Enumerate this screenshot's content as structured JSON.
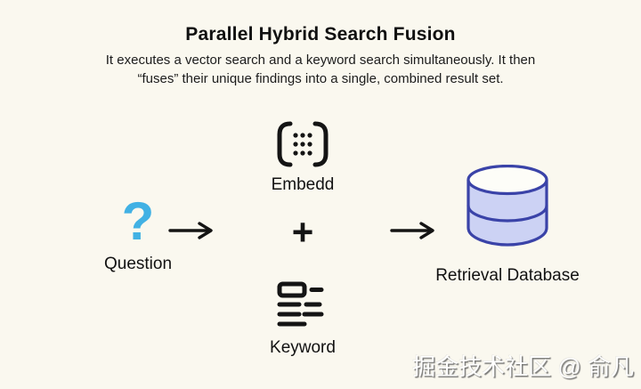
{
  "header": {
    "title": "Parallel Hybrid Search Fusion",
    "subtitle_line1": "It executes a vector search and a keyword search simultaneously. It then",
    "subtitle_line2": "“fuses” their unique findings into a single, combined result set."
  },
  "diagram": {
    "question": {
      "glyph": "?",
      "label": "Question",
      "color": "#41B1E4"
    },
    "embed": {
      "label": "Embedd",
      "icon": "dots-grid-in-brackets-icon"
    },
    "plus_glyph": "+",
    "keyword": {
      "label": "Keyword",
      "icon": "text-lines-icon"
    },
    "database": {
      "label": "Retrieval Database",
      "icon": "database-cylinder-icon",
      "border_color": "#3A43A8",
      "body_color": "#CCD2F4",
      "top_color": "#FDFDF8"
    },
    "arrow": {
      "icon": "arrow-right-icon",
      "color": "#141414"
    }
  },
  "watermark": {
    "text": "掘金技术社区 @ 俞凡"
  }
}
